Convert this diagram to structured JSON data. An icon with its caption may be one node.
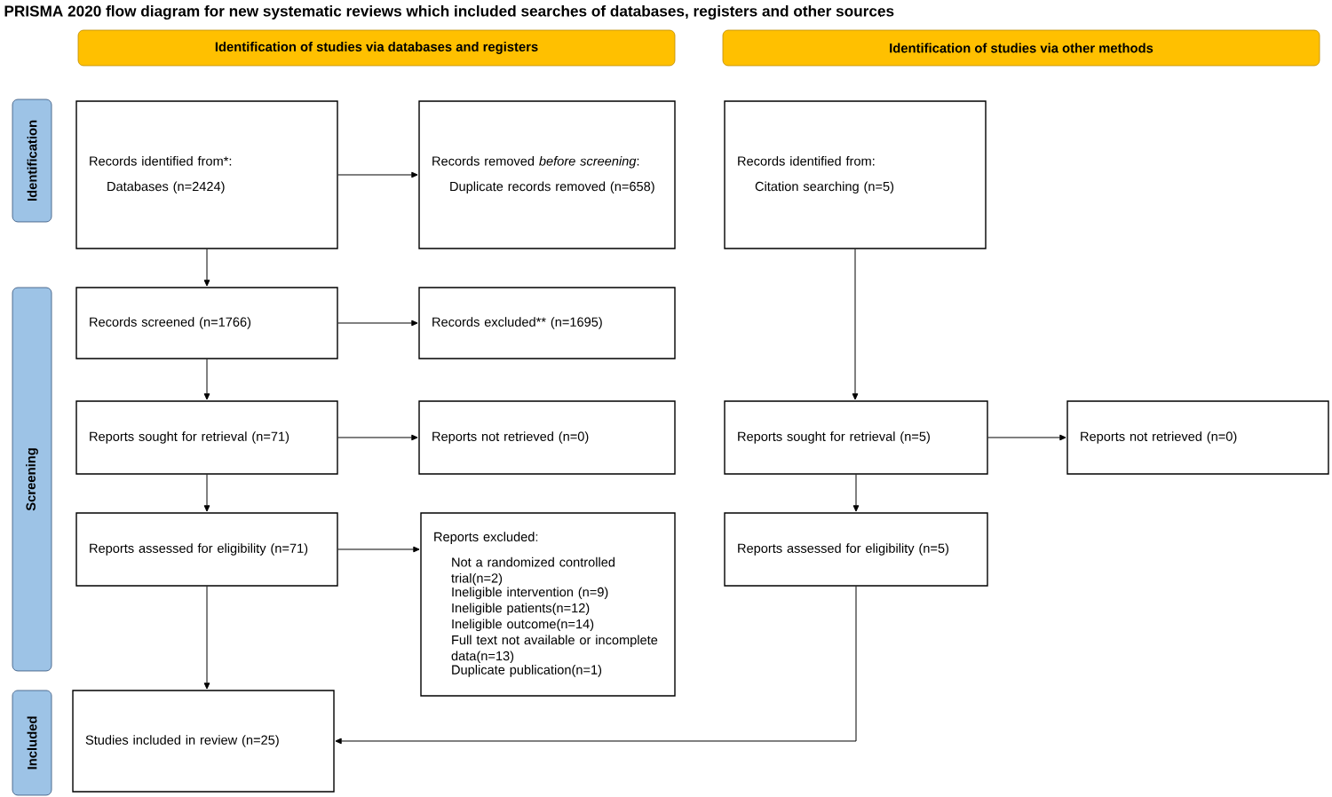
{
  "diagram": {
    "title": "PRISMA 2020 flow diagram for new systematic reviews which included searches of databases, registers and other sources",
    "nodes": [
      {
        "text": [
          "Identification of studies via databases and registers"
        ]
      },
      {
        "text": [
          "Identification of studies via other methods"
        ]
      },
      {
        "text": [
          "Identification"
        ]
      },
      {
        "text": [
          "Screening"
        ]
      },
      {
        "text": [
          "Included"
        ]
      },
      {
        "text": [
          "Records identified from*:",
          "Databases (n=2424)"
        ]
      },
      {
        "text": [
          "Records removed *before screening*:",
          "Duplicate records removed (n=658)"
        ]
      },
      {
        "text": [
          "Records identified from:",
          "Citation searching (n=5)"
        ]
      },
      {
        "text": [
          "Records screened (n=1766)"
        ]
      },
      {
        "text": [
          "Records excluded** (n=1695)"
        ]
      },
      {
        "text": [
          "Reports sought for retrieval (n=71)"
        ]
      },
      {
        "text": [
          "Reports not retrieved (n=0)"
        ]
      },
      {
        "text": [
          "Reports sought for retrieval (n=5)"
        ]
      },
      {
        "text": [
          "Reports not retrieved (n=0)"
        ]
      },
      {
        "text": [
          "Reports assessed for eligibility (n=71)"
        ]
      },
      {
        "text": [
          "Reports excluded:",
          "Not a randomized controlled trial(n=2)",
          "Ineligible intervention (n=9)",
          "Ineligible patients(n=12)",
          "Ineligible outcome(n=14)",
          "Full text not available or incomplete data(n=13)",
          "Duplicate publication(n=1)"
        ]
      },
      {
        "text": [
          "Reports assessed for eligibility (n=5)"
        ]
      },
      {
        "text": [
          "Studies included in review (n=25)"
        ]
      }
    ],
    "edges": [
      {
        "from": 5,
        "to": 6,
        "arrow": "to"
      },
      {
        "from": 5,
        "to": 8,
        "arrow": "to"
      },
      {
        "from": 8,
        "to": 9,
        "arrow": "to"
      },
      {
        "from": 8,
        "to": 10,
        "arrow": "to"
      },
      {
        "from": 10,
        "to": 11,
        "arrow": "to"
      },
      {
        "from": 10,
        "to": 14,
        "arrow": "to"
      },
      {
        "from": 14,
        "to": 15,
        "arrow": "to"
      },
      {
        "from": 14,
        "to": 17,
        "arrow": "to"
      },
      {
        "from": 7,
        "to": 12,
        "arrow": "to"
      },
      {
        "from": 12,
        "to": 13,
        "arrow": "to"
      },
      {
        "from": 12,
        "to": 16,
        "arrow": "to"
      },
      {
        "from": 16,
        "to": 17,
        "arrow": "to"
      }
    ]
  }
}
